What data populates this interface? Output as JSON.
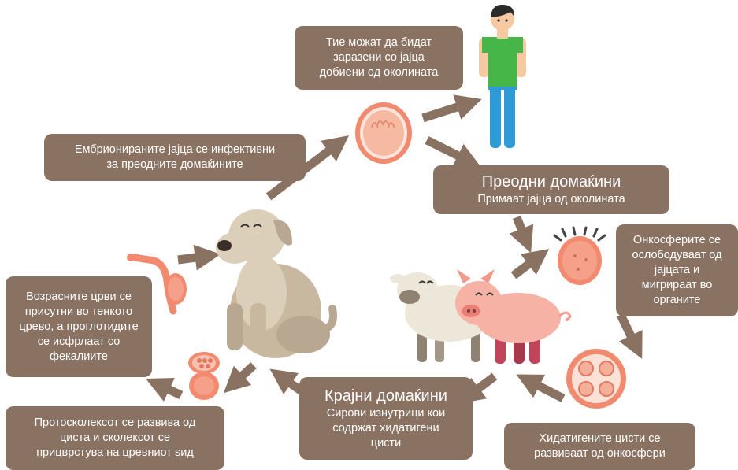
{
  "colors": {
    "box": "#8a7262",
    "arrow": "#8a7262",
    "text": "#ffffff"
  },
  "boxes": {
    "humans": "Тие можат да бидат\nзаразени со јајца\nдобиени од околината",
    "embryonated": "Ембрионираните јајца се инфективни\nза преодните домаќините",
    "intermediate_title": "Преодни домаќини",
    "intermediate_text": "Примаат јајца од околината",
    "oncosphere": "Онкосферите се\nослободуваат од\nјајцата и\nмигрираат во\nорганите",
    "adult_worms": "Возрасните црви се\nприсутни во тенкото\nцрево, а проглотидите\nсе исфрлаат со\nфекалиите",
    "definitive_title": "Крајни домаќини",
    "definitive_text": "Сирови изнутрици кои\nсодржат хидатигени\nцисти",
    "protoscolex": "Протосколексот се развива од\nциста и сколексот се\nприцврстува на цревниот ѕид",
    "hydatid": "Хидатигените цисти се\nразвиваат од онкосфери"
  },
  "icons": [
    "human-icon",
    "egg-icon",
    "oncosphere-icon",
    "hydatid-cyst-icon",
    "sheep-icon",
    "pig-icon",
    "dog-icon",
    "adult-worm-icon",
    "protoscolex-icon"
  ]
}
